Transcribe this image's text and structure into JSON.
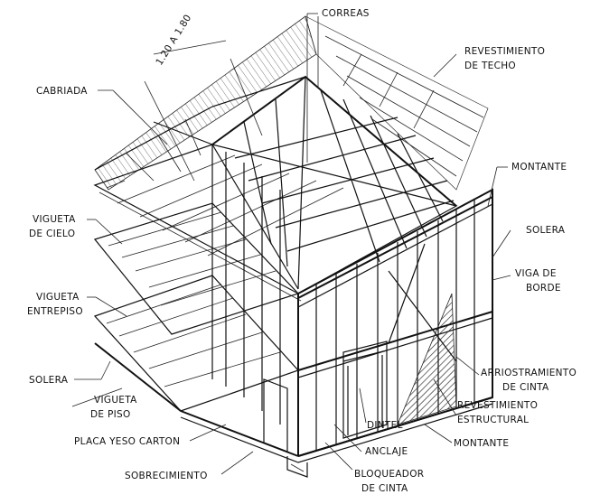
{
  "labels": {
    "correas": "CORREAS",
    "dim": "1.20 A 1.80",
    "revestimiento_techo_1": "REVESTIMIENTO",
    "revestimiento_techo_2": "DE TECHO",
    "cabriada": "CABRIADA",
    "montante_top": "MONTANTE",
    "vigueta_cielo_1": "VIGUETA",
    "vigueta_cielo_2": "DE CIELO",
    "solera_right": "SOLERA",
    "viga_borde_1": "VIGA DE",
    "viga_borde_2": "BORDE",
    "vigueta_entrepiso_1": "VIGUETA",
    "vigueta_entrepiso_2": "ENTREPISO",
    "arriostramiento_1": "ARRIOSTRAMIENTO",
    "arriostramiento_2": "DE CINTA",
    "solera_left": "SOLERA",
    "revestimiento_estructural_1": "REVESTIMIENTO",
    "revestimiento_estructural_2": "ESTRUCTURAL",
    "vigueta_piso_1": "VIGUETA",
    "vigueta_piso_2": "DE PISO",
    "dintel": "DINTEL",
    "placa_yeso": "PLACA YESO CARTON",
    "montante_bottom": "MONTANTE",
    "anclaje": "ANCLAJE",
    "sobrecimiento": "SOBRECIMIENTO",
    "bloqueador_1": "BLOQUEADOR",
    "bloqueador_2": "DE CINTA"
  },
  "colors": {
    "ink": "#111111",
    "background": "#ffffff"
  }
}
